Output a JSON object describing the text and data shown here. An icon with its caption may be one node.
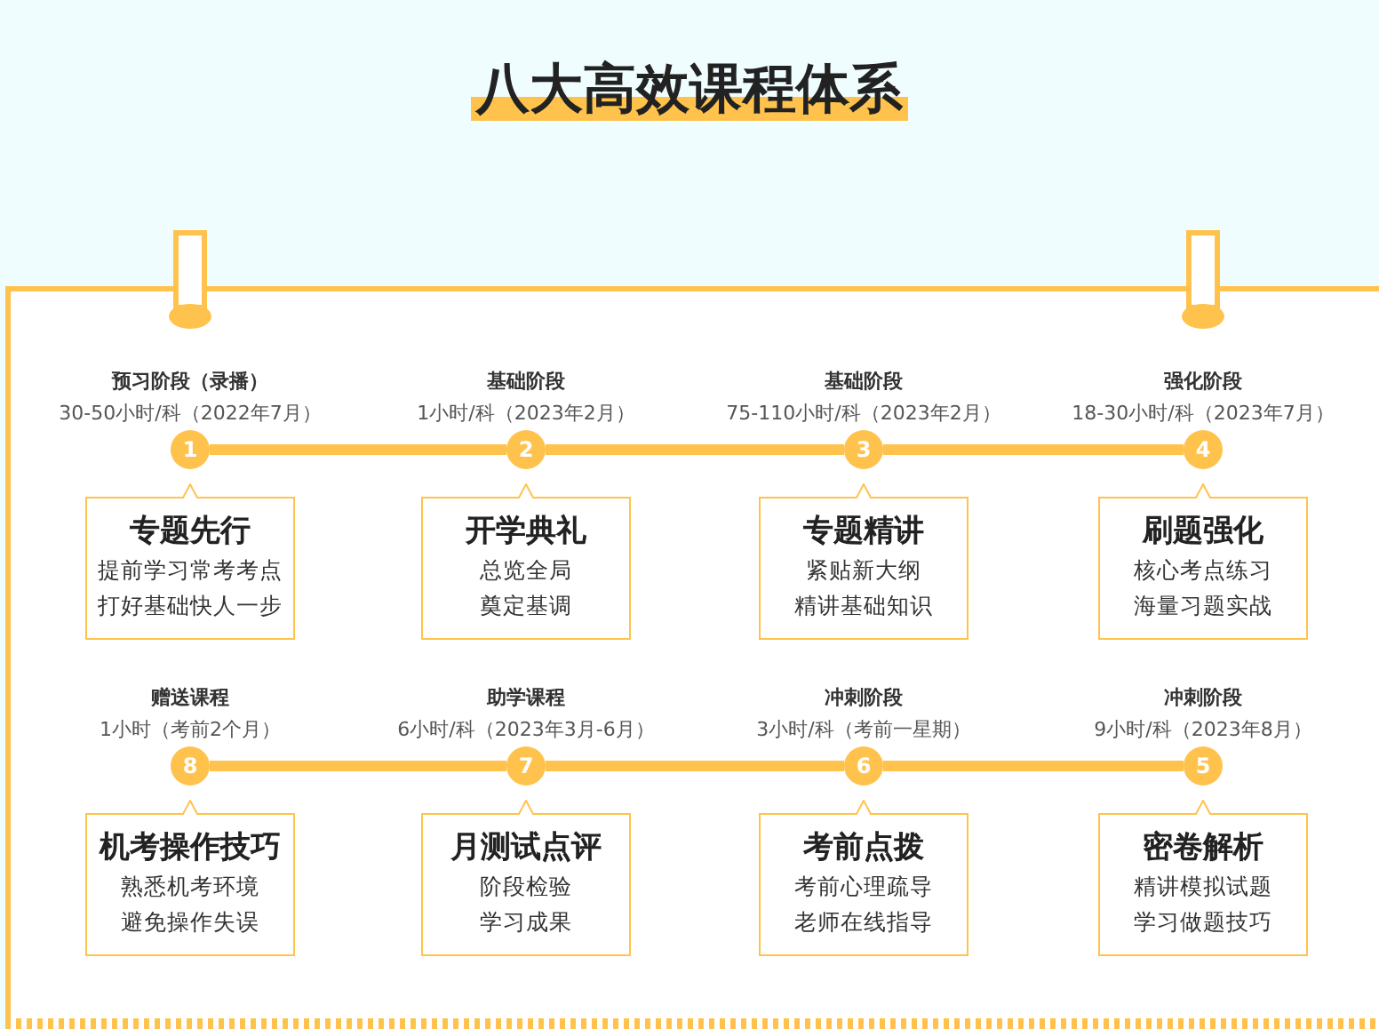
{
  "diagram": {
    "title": "八大高效课程体系",
    "nodes": [
      {
        "text": [
          "1"
        ],
        "beside": [
          "预习阶段（录播）",
          "30-50小时/科（2022年7月）"
        ]
      },
      {
        "text": [
          "专题先行",
          "提前学习常考考点",
          "打好基础快人一步"
        ]
      },
      {
        "text": [
          "2"
        ],
        "beside": [
          "基础阶段",
          "1小时/科（2023年2月）"
        ]
      },
      {
        "text": [
          "开学典礼",
          "总览全局",
          "奠定基调"
        ]
      },
      {
        "text": [
          "3"
        ],
        "beside": [
          "基础阶段",
          "75-110小时/科（2023年2月）"
        ]
      },
      {
        "text": [
          "专题精讲",
          "紧贴新大纲",
          "精讲基础知识"
        ]
      },
      {
        "text": [
          "4"
        ],
        "beside": [
          "强化阶段",
          "18-30小时/科（2023年7月）"
        ]
      },
      {
        "text": [
          "刷题强化",
          "核心考点练习",
          "海量习题实战"
        ]
      },
      {
        "text": [
          "8"
        ],
        "beside": [
          "赠送课程",
          "1小时（考前2个月）"
        ]
      },
      {
        "text": [
          "机考操作技巧",
          "熟悉机考环境",
          "避免操作失误"
        ]
      },
      {
        "text": [
          "7"
        ],
        "beside": [
          "助学课程",
          "6小时/科（2023年3月-6月）"
        ]
      },
      {
        "text": [
          "月测试点评",
          "阶段检验",
          "学习成果"
        ]
      },
      {
        "text": [
          "6"
        ],
        "beside": [
          "冲刺阶段",
          "3小时/科（考前一星期）"
        ]
      },
      {
        "text": [
          "考前点拨",
          "考前心理疏导",
          "老师在线指导"
        ]
      },
      {
        "text": [
          "5"
        ],
        "beside": [
          "冲刺阶段",
          "9小时/科（2023年8月）"
        ]
      },
      {
        "text": [
          "密卷解析",
          "精讲模拟试题",
          "学习做题技巧"
        ]
      }
    ],
    "edges": [
      {
        "from": 0,
        "to": 2,
        "arrow": "none"
      },
      {
        "from": 2,
        "to": 4,
        "arrow": "none"
      },
      {
        "from": 4,
        "to": 6,
        "arrow": "none"
      },
      {
        "from": 8,
        "to": 10,
        "arrow": "none"
      },
      {
        "from": 10,
        "to": 12,
        "arrow": "none"
      },
      {
        "from": 12,
        "to": 14,
        "arrow": "none"
      }
    ]
  }
}
